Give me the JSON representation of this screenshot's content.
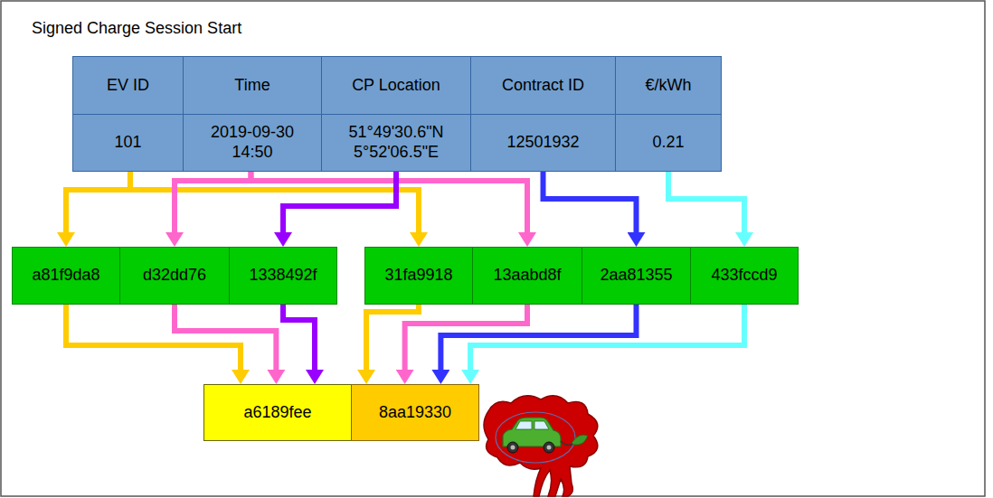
{
  "diagram": {
    "title": "Signed Charge Session Start",
    "nodes": [
      {
        "text": [
          "EV ID"
        ]
      },
      {
        "text": [
          "Time"
        ]
      },
      {
        "text": [
          "CP Location"
        ]
      },
      {
        "text": [
          "Contract ID"
        ]
      },
      {
        "text": [
          "€/kWh"
        ]
      },
      {
        "text": [
          "101"
        ]
      },
      {
        "text": [
          "2019-09-30 14:50"
        ]
      },
      {
        "text": [
          "51°49'30.6\"N 5°52'06.5\"E"
        ]
      },
      {
        "text": [
          "12501932"
        ]
      },
      {
        "text": [
          "0.21"
        ]
      },
      {
        "text": [
          "a81f9da8"
        ]
      },
      {
        "text": [
          "d32dd76"
        ]
      },
      {
        "text": [
          "1338492f"
        ]
      },
      {
        "text": [
          "31fa9918"
        ]
      },
      {
        "text": [
          "13aabd8f"
        ]
      },
      {
        "text": [
          "2aa81355"
        ]
      },
      {
        "text": [
          "433fccd9"
        ]
      },
      {
        "text": [
          "a6189fee"
        ]
      },
      {
        "text": [
          "8aa19330"
        ]
      }
    ],
    "edges": [
      {
        "from": 5,
        "to": 10,
        "arrow": "to"
      },
      {
        "from": 5,
        "to": 13,
        "arrow": "to"
      },
      {
        "from": 6,
        "to": 11,
        "arrow": "to"
      },
      {
        "from": 6,
        "to": 14,
        "arrow": "to"
      },
      {
        "from": 7,
        "to": 12,
        "arrow": "to"
      },
      {
        "from": 8,
        "to": 15,
        "arrow": "to"
      },
      {
        "from": 9,
        "to": 16,
        "arrow": "to"
      },
      {
        "from": 10,
        "to": 17,
        "arrow": "to"
      },
      {
        "from": 11,
        "to": 17,
        "arrow": "to"
      },
      {
        "from": 12,
        "to": 17,
        "arrow": "to"
      },
      {
        "from": 13,
        "to": 18,
        "arrow": "to"
      },
      {
        "from": 14,
        "to": 18,
        "arrow": "to"
      },
      {
        "from": 15,
        "to": 18,
        "arrow": "to"
      },
      {
        "from": 16,
        "to": 18,
        "arrow": "to"
      }
    ]
  }
}
